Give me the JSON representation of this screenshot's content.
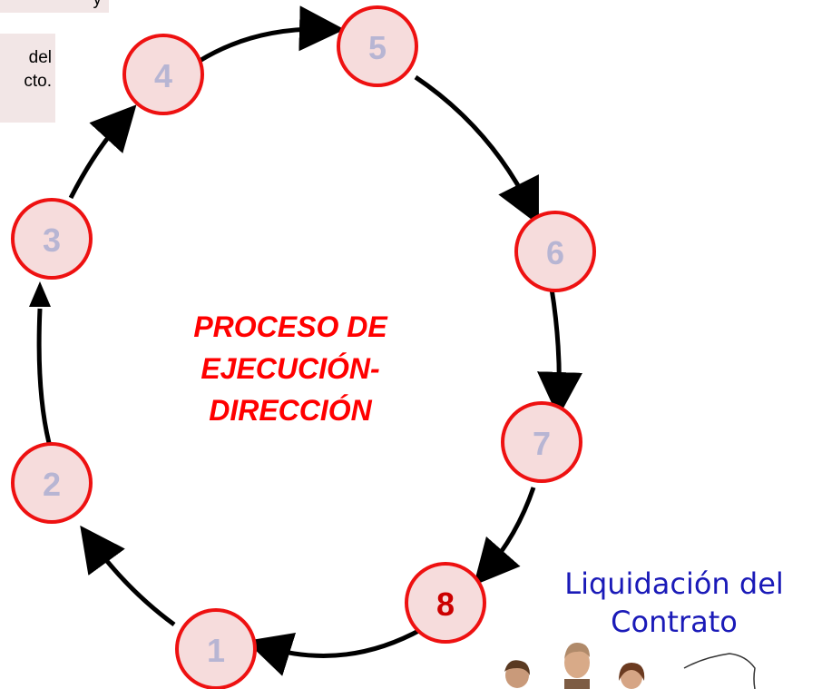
{
  "notes": {
    "top_fragment": "y",
    "mid_fragment": [
      "del",
      "cto."
    ]
  },
  "center_title": [
    "PROCESO DE",
    "EJECUCIÓN-",
    "DIRECCIÓN"
  ],
  "steps": [
    {
      "label": "1",
      "highlight": false
    },
    {
      "label": "2",
      "highlight": false
    },
    {
      "label": "3",
      "highlight": false
    },
    {
      "label": "4",
      "highlight": false
    },
    {
      "label": "5",
      "highlight": false
    },
    {
      "label": "6",
      "highlight": false
    },
    {
      "label": "7",
      "highlight": false
    },
    {
      "label": "8",
      "highlight": true
    }
  ],
  "liquidation": [
    "Liquidación del",
    "Contrato"
  ],
  "colors": {
    "circle_fill": "#f6dcdc",
    "circle_stroke": "#ee1111",
    "number_pale": "#b7b5d3",
    "number_highlight": "#cc0000",
    "arrow": "#000000",
    "title": "#ff0000",
    "liquidation": "#1a1ab8"
  }
}
